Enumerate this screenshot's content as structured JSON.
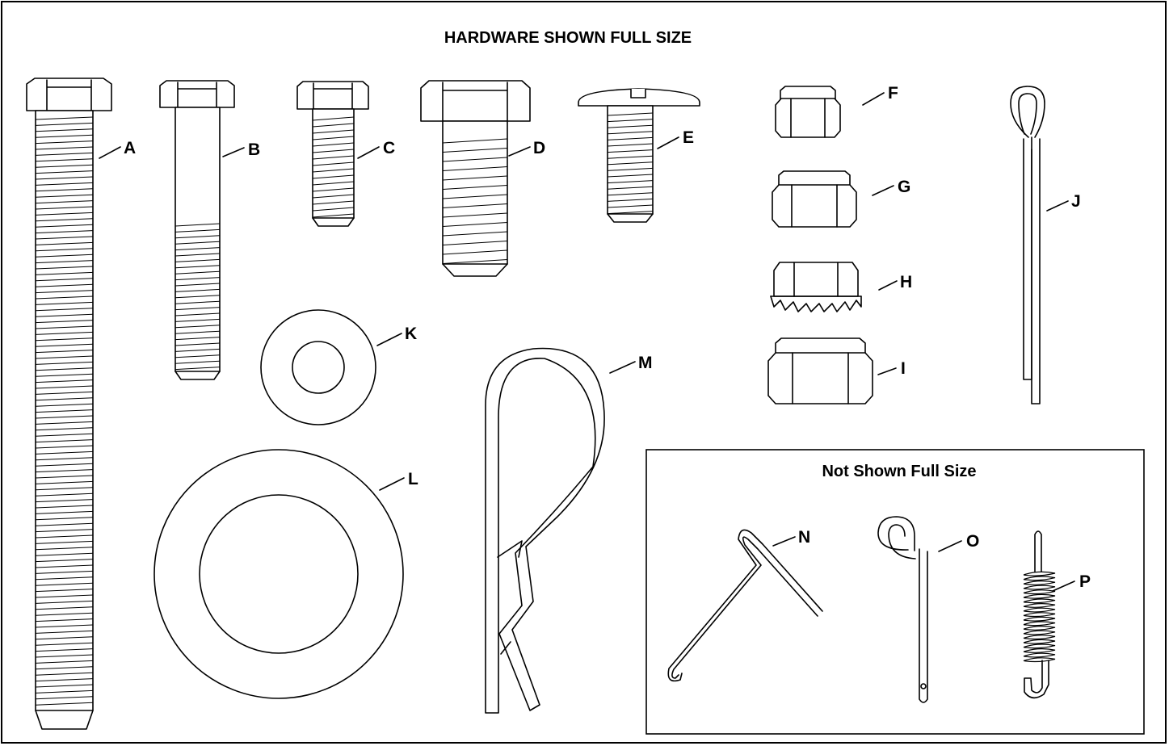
{
  "title": "HARDWARE SHOWN FULL SIZE",
  "inset_title": "Not Shown Full Size",
  "labels": {
    "A": "A",
    "B": "B",
    "C": "C",
    "D": "D",
    "E": "E",
    "F": "F",
    "G": "G",
    "H": "H",
    "I": "I",
    "J": "J",
    "K": "K",
    "L": "L",
    "M": "M",
    "N": "N",
    "O": "O",
    "P": "P"
  }
}
